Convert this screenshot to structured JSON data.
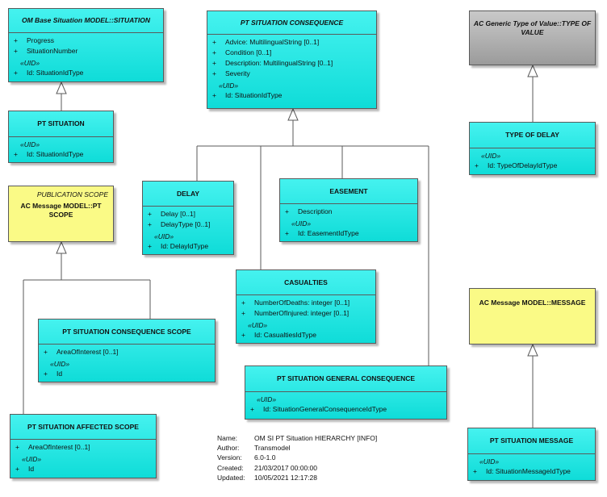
{
  "classes": {
    "om_base": {
      "name": "OM Base Situation MODEL::SITUATION",
      "attrs": [
        {
          "vis": "+",
          "text": "Progress"
        },
        {
          "vis": "+",
          "text": "SituationNumber"
        }
      ],
      "uid": "«UID»",
      "id": {
        "vis": "+",
        "text": "Id: SituationIdType"
      }
    },
    "pt_situation": {
      "name": "PT SITUATION",
      "uid": "«UID»",
      "id": {
        "vis": "+",
        "text": "Id: SituationIdType"
      }
    },
    "consequence": {
      "name": "PT SITUATION CONSEQUENCE",
      "attrs": [
        {
          "vis": "+",
          "text": "Advice: MultilingualString [0..1]"
        },
        {
          "vis": "+",
          "text": "Condition [0..1]"
        },
        {
          "vis": "+",
          "text": "Description: MultilingualString [0..1]"
        },
        {
          "vis": "+",
          "text": "Severity"
        }
      ],
      "uid": "«UID»",
      "id": {
        "vis": "+",
        "text": "Id: SituationIdType"
      }
    },
    "type_of_value": {
      "name": "AC Generic Type of Value::TYPE OF VALUE"
    },
    "type_of_delay": {
      "name": "TYPE OF DELAY",
      "uid": "«UID»",
      "id": {
        "vis": "+",
        "text": "Id: TypeOfDelayIdType"
      }
    },
    "publication_scope": {
      "stereotype": "PUBLICATION SCOPE",
      "name": "AC Message MODEL::PT SCOPE"
    },
    "delay": {
      "name": "DELAY",
      "attrs": [
        {
          "vis": "+",
          "text": "Delay [0..1]"
        },
        {
          "vis": "+",
          "text": "DelayType [0..1]"
        }
      ],
      "uid": "«UID»",
      "id": {
        "vis": "+",
        "text": "Id: DelayIdType"
      }
    },
    "easement": {
      "name": "EASEMENT",
      "attrs": [
        {
          "vis": "+",
          "text": "Description"
        }
      ],
      "uid": "«UID»",
      "id": {
        "vis": "+",
        "text": "Id: EasementIdType"
      }
    },
    "casualties": {
      "name": "CASUALTIES",
      "attrs": [
        {
          "vis": "+",
          "text": "NumberOfDeaths: integer [0..1]"
        },
        {
          "vis": "+",
          "text": "NumberOfInjured: integer [0..1]"
        }
      ],
      "uid": "«UID»",
      "id": {
        "vis": "+",
        "text": "Id: CasualtiesIdType"
      }
    },
    "consequence_scope": {
      "name": "PT SITUATION CONSEQUENCE SCOPE",
      "attrs": [
        {
          "vis": "+",
          "text": "AreaOfInterest [0..1]"
        }
      ],
      "uid": "«UID»",
      "id": {
        "vis": "+",
        "text": "Id"
      }
    },
    "general_consequence": {
      "name": "PT SITUATION GENERAL CONSEQUENCE",
      "uid": "«UID»",
      "id": {
        "vis": "+",
        "text": "Id: SituationGeneralConsequenceIdType"
      }
    },
    "ac_message": {
      "name": "AC Message MODEL::MESSAGE"
    },
    "affected_scope": {
      "name": "PT SITUATION AFFECTED SCOPE",
      "attrs": [
        {
          "vis": "+",
          "text": "AreaOfInterest [0..1]"
        }
      ],
      "uid": "«UID»",
      "id": {
        "vis": "+",
        "text": "Id"
      }
    },
    "situation_message": {
      "name": "PT SITUATION MESSAGE",
      "uid": "«UID»",
      "id": {
        "vis": "+",
        "text": "Id: SituationMessageIdType"
      }
    }
  },
  "info": {
    "name_label": "Name:",
    "name_value": "OM SI PT Situation HIERARCHY [INFO]",
    "author_label": "Author:",
    "author_value": "Transmodel",
    "version_label": "Version:",
    "version_value": "6.0-1.0",
    "created_label": "Created:",
    "created_value": "21/03/2017 00:00:00",
    "updated_label": "Updated:",
    "updated_value": "10/05/2021 12:17:28"
  },
  "colors": {
    "class_fill": "#1de3e0",
    "abstract_fill": "#fafa86",
    "external_fill": "#b0b0b0",
    "line": "#5a5a5a"
  }
}
